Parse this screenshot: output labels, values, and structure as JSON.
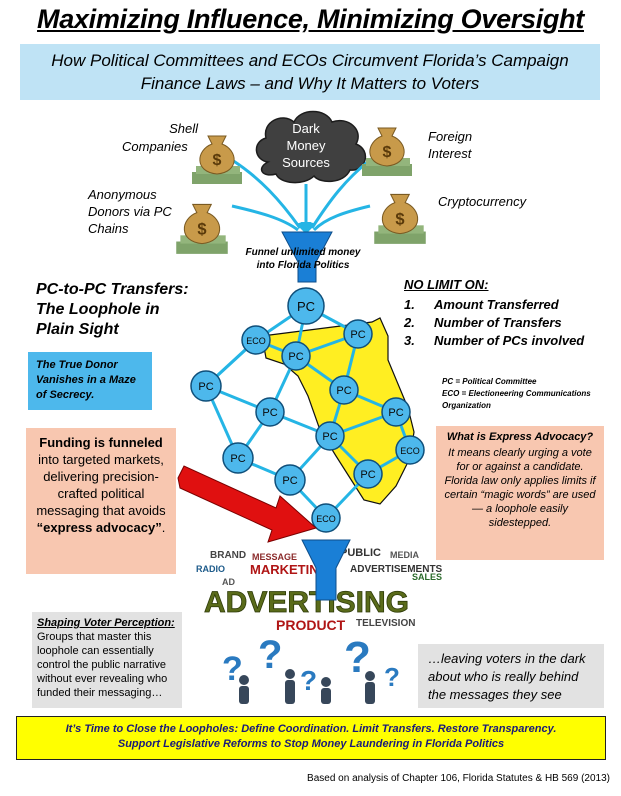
{
  "title": "Maximizing Influence, Minimizing Oversight",
  "subtitle_line1": "How Political Committees and ECOs Circumvent Florida’s Campaign",
  "subtitle_line2": "Finance Laws – and Why It Matters to Voters",
  "sources": {
    "shell_line1": "Shell",
    "shell_line2": "Companies",
    "dark_line1": "Dark",
    "dark_line2": "Money",
    "dark_line3": "Sources",
    "foreign_line1": "Foreign",
    "foreign_line2": "Interest",
    "anon_line1": "Anonymous",
    "anon_line2": "Donors via PC",
    "anon_line3": "Chains",
    "crypto": "Cryptocurrency"
  },
  "funnel_label_line1": "Funnel unlimited money",
  "funnel_label_line2": "into Florida Politics",
  "pc_heading_line1": "PC-to-PC Transfers:",
  "pc_heading_line2": "The Loophole in",
  "pc_heading_line3": "Plain Sight",
  "donor_box": "The True Donor Vanishes in a Maze of Secrecy.",
  "funding_box": {
    "bold_start": "Funding is funneled",
    "middle": " into targeted markets, delivering precision-crafted political messaging that avoids ",
    "bold_end": "“express advocacy”",
    "end": "."
  },
  "nolimit": {
    "title": "NO LIMIT ON:",
    "items": [
      {
        "num": "1.",
        "text": "Amount Transferred"
      },
      {
        "num": "2.",
        "text": "Number of Transfers"
      },
      {
        "num": "3.",
        "text": "Number of PCs involved"
      }
    ]
  },
  "defs": {
    "pc": "PC = Political Committee",
    "eco": "ECO = Electioneering Communications Organization"
  },
  "network": {
    "pc_label": "PC",
    "eco_label": "ECO"
  },
  "express": {
    "question": "What is Express Advocacy?",
    "text": "It means clearly urging a vote for or against a candidate. Florida law only applies limits if certain “magic words” are used — a loophole easily sidestepped."
  },
  "ad_cloud": {
    "main_word": "ADVERTISING",
    "words": [
      "MARKETING",
      "ADVERTISEMENTS",
      "PRODUCT",
      "TELEVISION",
      "RADIO",
      "MESSAGE",
      "BRAND",
      "PUBLIC",
      "MEDIA",
      "AD",
      "SALES"
    ]
  },
  "shaping": {
    "heading": "Shaping Voter Perception:",
    "text": "Groups that master this loophole can essentially control the public narrative without ever revealing who funded their messaging…"
  },
  "dark_box": "…leaving voters in the dark about who is really behind the messages they see",
  "cta_line1": "It’s Time to Close the Loopholes: Define Coordination. Limit Transfers. Restore Transparency.",
  "cta_line2": "Support Legislative Reforms to Stop Money Laundering in Florida Politics",
  "source": "Based on analysis of Chapter 106, Florida Statutes & HB 569 (2013)",
  "colors": {
    "subtitle_bg": "#bfe3f5",
    "node_fill": "#4db8ec",
    "florida": "#ffee22",
    "arrow": "#e01010",
    "funding_bg": "#f8c7b0",
    "cta_bg": "#ffff00"
  }
}
